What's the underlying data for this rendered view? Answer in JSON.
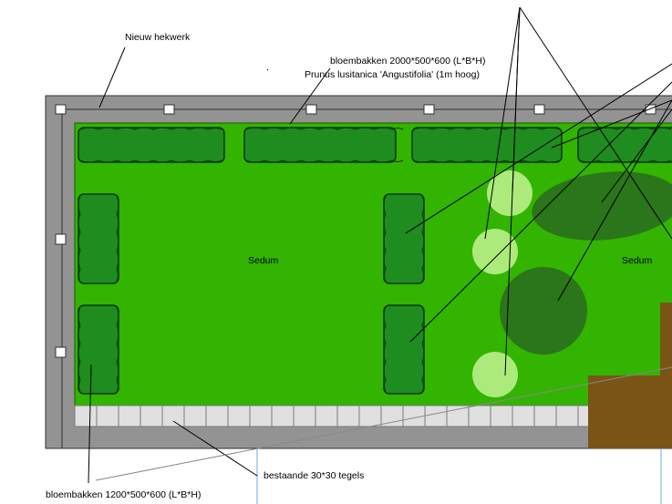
{
  "labels": {
    "fence": "Nieuw hekwerk",
    "planter_large": "bloembakken 2000*500*600 (L*B*H)",
    "plant": "Prunus lusitanica 'Angustifolia' (1m hoog)",
    "sedum_left": "Sedum",
    "sedum_right": "Sedum",
    "tiles": "bestaande 30*30 tegels",
    "planter_small": "bloembakken 1200*500*600 (L*B*H)"
  },
  "colors": {
    "frame": "#939393",
    "frame_edge": "#303030",
    "lawn": "#32b400",
    "hedge": "#1f8c1f",
    "hedge_edge": "#0a3a0a",
    "tree_light": "#b9f08a",
    "tree_dark": "#2a6a1e",
    "tiles": "#e0e0e0",
    "deck": "#7a5414",
    "guide_line": "#6aa8e0"
  }
}
